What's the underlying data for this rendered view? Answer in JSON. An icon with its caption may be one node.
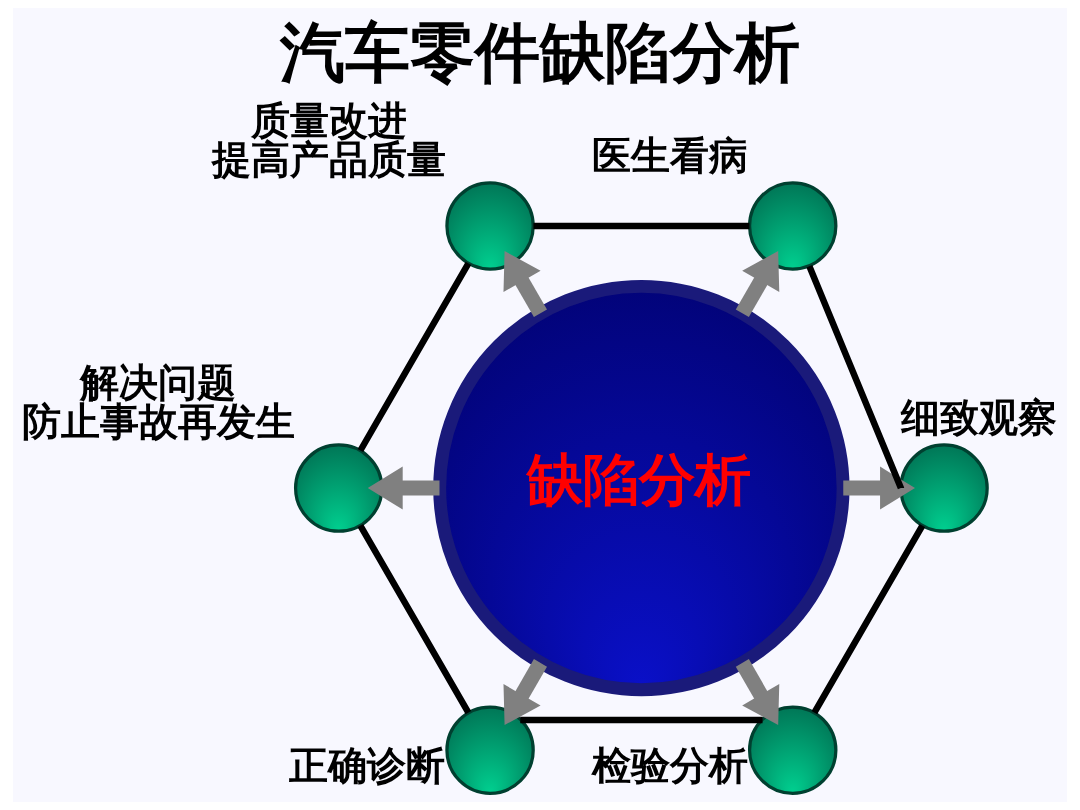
{
  "diagram": {
    "title": "汽车零件缺陷分析",
    "nodes": [
      {
        "text": [
          "缺陷分析"
        ]
      },
      {
        "text": [],
        "shape": "circle",
        "beside": [
          "质量改进",
          "提高产品质量"
        ]
      },
      {
        "text": [],
        "shape": "circle",
        "beside": [
          "医生看病"
        ]
      },
      {
        "text": [],
        "shape": "circle",
        "beside": [
          "解决问题",
          "防止事故再发生"
        ]
      },
      {
        "text": [],
        "shape": "circle",
        "beside": [
          "细致观察"
        ]
      },
      {
        "text": [],
        "shape": "circle",
        "beside": [
          "正确诊断"
        ]
      },
      {
        "text": [],
        "shape": "circle",
        "beside": [
          "检验分析"
        ]
      }
    ],
    "edges": [
      {
        "from": 0,
        "to": 1,
        "arrow": "to",
        "style": "thick",
        "color": "#808080"
      },
      {
        "from": 0,
        "to": 2,
        "arrow": "to",
        "style": "thick",
        "color": "#808080"
      },
      {
        "from": 0,
        "to": 4,
        "arrow": "to",
        "style": "thick",
        "color": "#808080"
      },
      {
        "from": 0,
        "to": 6,
        "arrow": "to",
        "style": "thick",
        "color": "#808080"
      },
      {
        "from": 0,
        "to": 5,
        "arrow": "to",
        "style": "thick",
        "color": "#808080"
      },
      {
        "from": 0,
        "to": 3,
        "arrow": "to",
        "style": "thick",
        "color": "#808080"
      },
      {
        "from": 1,
        "to": 2,
        "arrow": "none",
        "color": "#000000"
      },
      {
        "from": 2,
        "to": 4,
        "arrow": "none",
        "color": "#000000"
      },
      {
        "from": 4,
        "to": 6,
        "arrow": "none",
        "color": "#000000"
      },
      {
        "from": 6,
        "to": 5,
        "arrow": "none",
        "color": "#000000"
      },
      {
        "from": 5,
        "to": 3,
        "arrow": "none",
        "color": "#000000"
      },
      {
        "from": 3,
        "to": 1,
        "arrow": "none",
        "color": "#000000"
      }
    ]
  }
}
